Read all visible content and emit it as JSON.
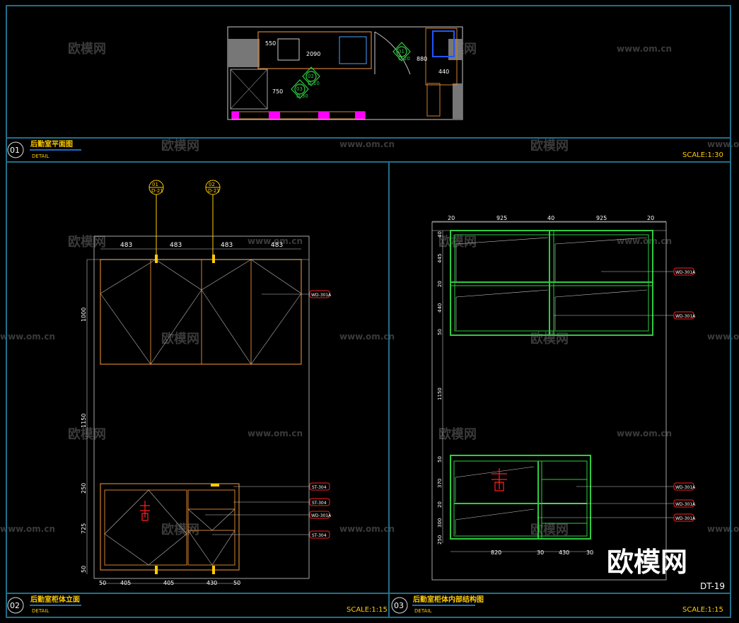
{
  "watermark": {
    "brand": "欧模网",
    "site": "www.om.cn"
  },
  "sheet_id": "DT-19",
  "tag_detail": "DETAIL",
  "panels": [
    {
      "num": "01",
      "title": "后勤室平面图",
      "scale": "SCALE:1:30"
    },
    {
      "num": "02",
      "title": "后勤室柜体立面",
      "scale": "SCALE:1:15"
    },
    {
      "num": "03",
      "title": "后勤室柜体内部结构图",
      "scale": "SCALE:1:15"
    }
  ],
  "plan": {
    "dims": [
      "550",
      "2090",
      "750",
      "880",
      "440"
    ],
    "labels": [
      "01",
      "D-20",
      "02",
      "D-10",
      "03",
      "D-30"
    ]
  },
  "elev": {
    "markers": [
      {
        "n": "01",
        "s": "D-21"
      },
      {
        "n": "02",
        "s": "D-21"
      }
    ],
    "top_dims": [
      "483",
      "483",
      "483",
      "483"
    ],
    "left_dims": [
      "1000",
      "1150",
      "250",
      "725",
      "50"
    ],
    "bottom_dims": [
      "50",
      "405",
      "405",
      "430",
      "50"
    ],
    "tags": [
      "WD-301A",
      "ST-304",
      "ST-304",
      "WD-301A",
      "ST-304"
    ]
  },
  "internal": {
    "top_dims": [
      "20",
      "925",
      "40",
      "925",
      "20"
    ],
    "left_dims": [
      "40",
      "445",
      "20",
      "440",
      "50",
      "1150",
      "50",
      "370",
      "20",
      "300",
      "250"
    ],
    "bottom_dims": [
      "820",
      "30",
      "430",
      "30"
    ],
    "tags": [
      "WD-301A",
      "WD-301A",
      "WD-301A",
      "WD-301A",
      "WD-301A"
    ]
  }
}
